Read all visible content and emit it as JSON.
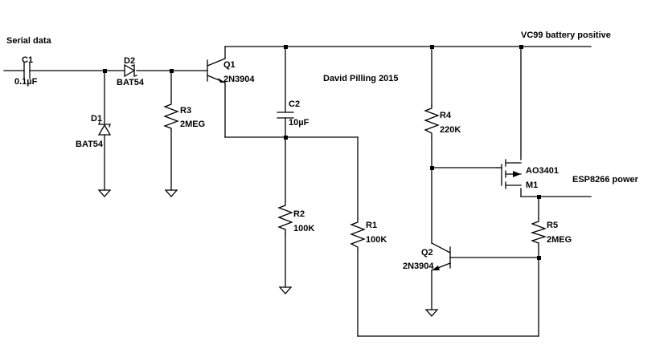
{
  "labels": {
    "title": "Serial data",
    "author": "David Pilling 2015",
    "vc99": "VC99 battery positive",
    "esp": "ESP8266 power"
  },
  "parts": {
    "c1": {
      "ref": "C1",
      "value": "0.1µF"
    },
    "c2": {
      "ref": "C2",
      "value": "10µF"
    },
    "d1": {
      "ref": "D1",
      "value": "BAT54"
    },
    "d2": {
      "ref": "D2",
      "value": "BAT54"
    },
    "q1": {
      "ref": "Q1",
      "value": "2N3904"
    },
    "q2": {
      "ref": "Q2",
      "value": "2N3904"
    },
    "r1": {
      "ref": "R1",
      "value": "100K"
    },
    "r2": {
      "ref": "R2",
      "value": "100K"
    },
    "r3": {
      "ref": "R3",
      "value": "2MEG"
    },
    "r4": {
      "ref": "R4",
      "value": "220K"
    },
    "r5": {
      "ref": "R5",
      "value": "2MEG"
    },
    "m1": {
      "ref": "M1",
      "value": "AO3401"
    }
  }
}
